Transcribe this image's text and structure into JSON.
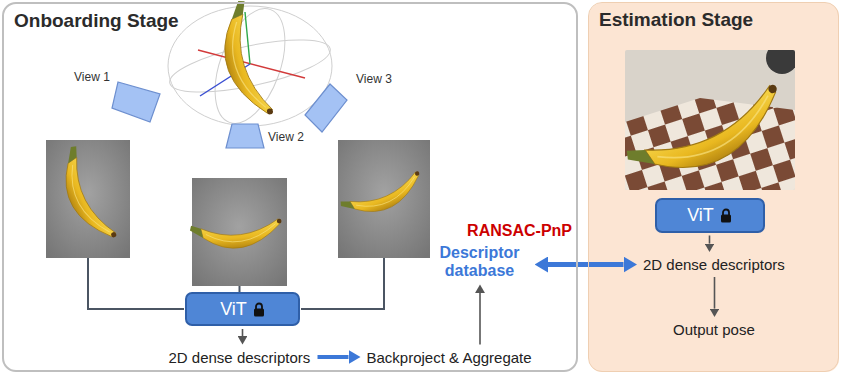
{
  "diagram": {
    "nodes": [
      {
        "text": [
          "Onboarding Stage"
        ]
      },
      {
        "text": [
          "ViT"
        ],
        "in": 0
      },
      {
        "text": [
          "2D dense descriptors"
        ],
        "in": 0
      },
      {
        "text": [
          "Backproject & Aggregate"
        ],
        "in": 0
      },
      {
        "text": [
          "Descriptor database"
        ],
        "in": 0
      },
      {
        "text": [
          "Estimation Stage"
        ]
      },
      {
        "text": [
          "ViT"
        ],
        "in": 5
      },
      {
        "text": [
          "2D dense descriptors"
        ],
        "in": 5
      },
      {
        "text": [
          "Output pose"
        ],
        "in": 5
      }
    ],
    "edges": [
      {
        "from": 1,
        "to": 2,
        "arrow": "to"
      },
      {
        "from": 2,
        "to": 3,
        "arrow": "to"
      },
      {
        "from": 3,
        "to": 4,
        "arrow": "to"
      },
      {
        "from": 4,
        "to": 7,
        "arrow": "both",
        "label": "RANSAC-PnP"
      },
      {
        "from": 6,
        "to": 7,
        "arrow": "to"
      },
      {
        "from": 7,
        "to": 8,
        "arrow": "to"
      }
    ],
    "labels": [
      "View 1",
      "View 2",
      "View 3"
    ]
  }
}
